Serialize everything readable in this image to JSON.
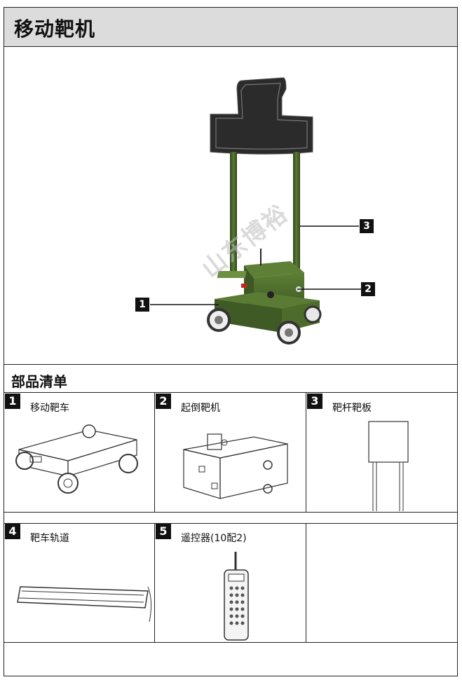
{
  "header": {
    "title": "移动靶机"
  },
  "hero": {
    "callouts": [
      {
        "num": "1"
      },
      {
        "num": "2"
      },
      {
        "num": "3"
      }
    ]
  },
  "parts_section": {
    "heading": "部品清单"
  },
  "parts": [
    {
      "num": "1",
      "label": "移动靶车"
    },
    {
      "num": "2",
      "label": "起倒靶机"
    },
    {
      "num": "3",
      "label": "靶杆靶板"
    },
    {
      "num": "4",
      "label": "靶车轨道"
    },
    {
      "num": "5",
      "label": "遥控器(10配2)"
    }
  ],
  "watermark": {
    "text": "山东博裕"
  },
  "colors": {
    "olive": "#4a6a2c",
    "olive_dark": "#33491d",
    "target": "#2d2d2d",
    "header_bg": "#dcdcdc"
  }
}
